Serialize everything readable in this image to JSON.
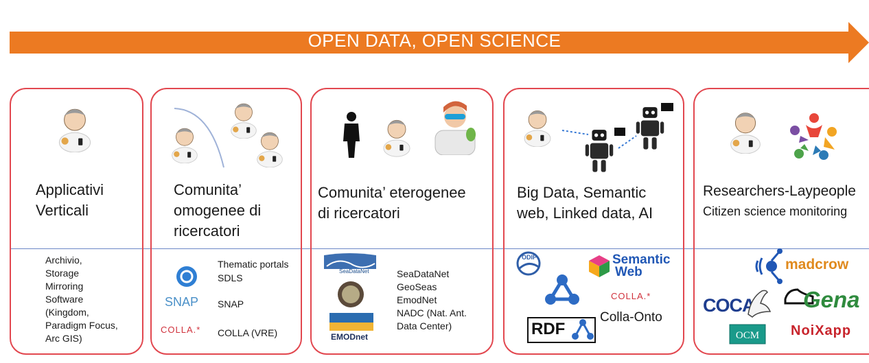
{
  "banner": {
    "title": "OPEN DATA, OPEN SCIENCE"
  },
  "colors": {
    "arrow": "#ec7a22",
    "panel_border": "#e2474f",
    "divider": "#6b86c6"
  },
  "panels": [
    {
      "title_lines": [
        "Applicativi",
        "Verticali"
      ],
      "items": [
        "Archivio,",
        "Storage",
        "Mirroring",
        "Software",
        "(Kingdom,",
        "Paradigm Focus,",
        "Arc GIS)"
      ]
    },
    {
      "title_lines": [
        "Comunita’",
        "omogenee di",
        "ricercatori"
      ],
      "items": [
        "Thematic portals",
        "SDLS",
        "SNAP",
        "COLLA (VRE)"
      ],
      "logos": {
        "snap": "SNAP",
        "colla": "COLLA.*"
      }
    },
    {
      "title_lines": [
        "Comunita’ eterogenee",
        "di ricercatori"
      ],
      "items": [
        "SeaDataNet",
        "GeoSeas",
        "EmodNet",
        "NADC (Nat. Ant.",
        "Data Center)"
      ],
      "logos": {
        "seadatanet": "SeaDataNet",
        "emodnet": "EMODnet"
      }
    },
    {
      "title_lines": [
        "Big Data, Semantic",
        "web, Linked data, AI"
      ],
      "items": [
        "Colla-Onto"
      ],
      "logos": {
        "odip": "ODIP",
        "semantic_1": "Semantic",
        "semantic_2": "Web",
        "colla": "COLLA.*",
        "rdf": "RDF"
      }
    },
    {
      "title_lines": [
        "Researchers-Laypeople",
        "Citizen science monitoring"
      ],
      "logos": {
        "madcrow": "madcrow",
        "cocal": "COCAL",
        "gena": "Gena",
        "bottom": "NoiXapp"
      }
    }
  ]
}
